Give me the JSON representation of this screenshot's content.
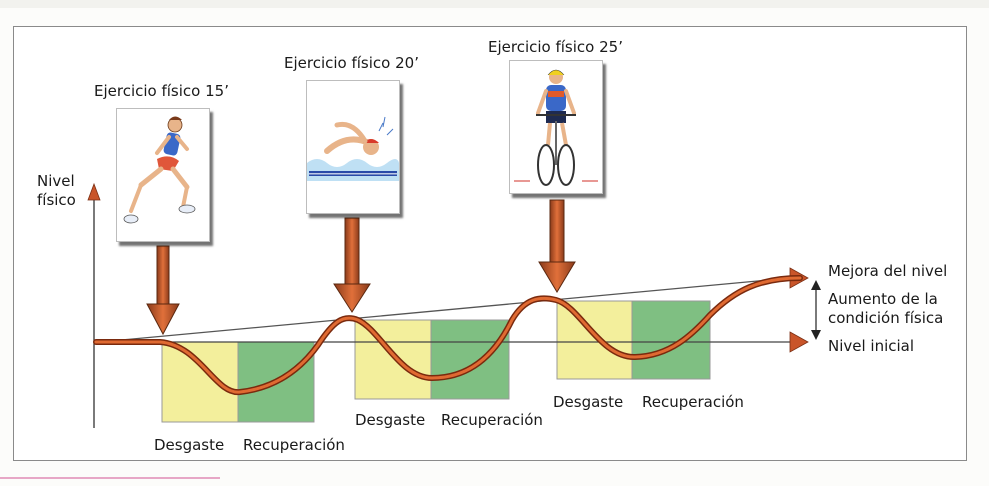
{
  "axis": {
    "y_label_line1": "Nivel",
    "y_label_line2": "físico"
  },
  "exercises": [
    {
      "label": "Ejercicio físico 15’",
      "icon": "runner-illustration"
    },
    {
      "label": "Ejercicio físico 20’",
      "icon": "swimmer-illustration"
    },
    {
      "label": "Ejercicio físico 25’",
      "icon": "cyclist-illustration"
    }
  ],
  "phases": {
    "stage1": {
      "desgaste": "Desgaste",
      "recuperacion": "Recuperación"
    },
    "stage2": {
      "desgaste": "Desgaste",
      "recuperacion": "Recuperación"
    },
    "stage3": {
      "desgaste": "Desgaste",
      "recuperacion": "Recuperación"
    }
  },
  "right_labels": {
    "mejora": "Mejora del nivel",
    "aumento_line1": "Aumento de la",
    "aumento_line2": "condición física",
    "inicial": "Nivel inicial"
  },
  "colors": {
    "desgaste": "#f3ef9c",
    "recuperacion": "#7fbf82",
    "curve": "#d4501e",
    "arrow": "#c9552a"
  }
}
